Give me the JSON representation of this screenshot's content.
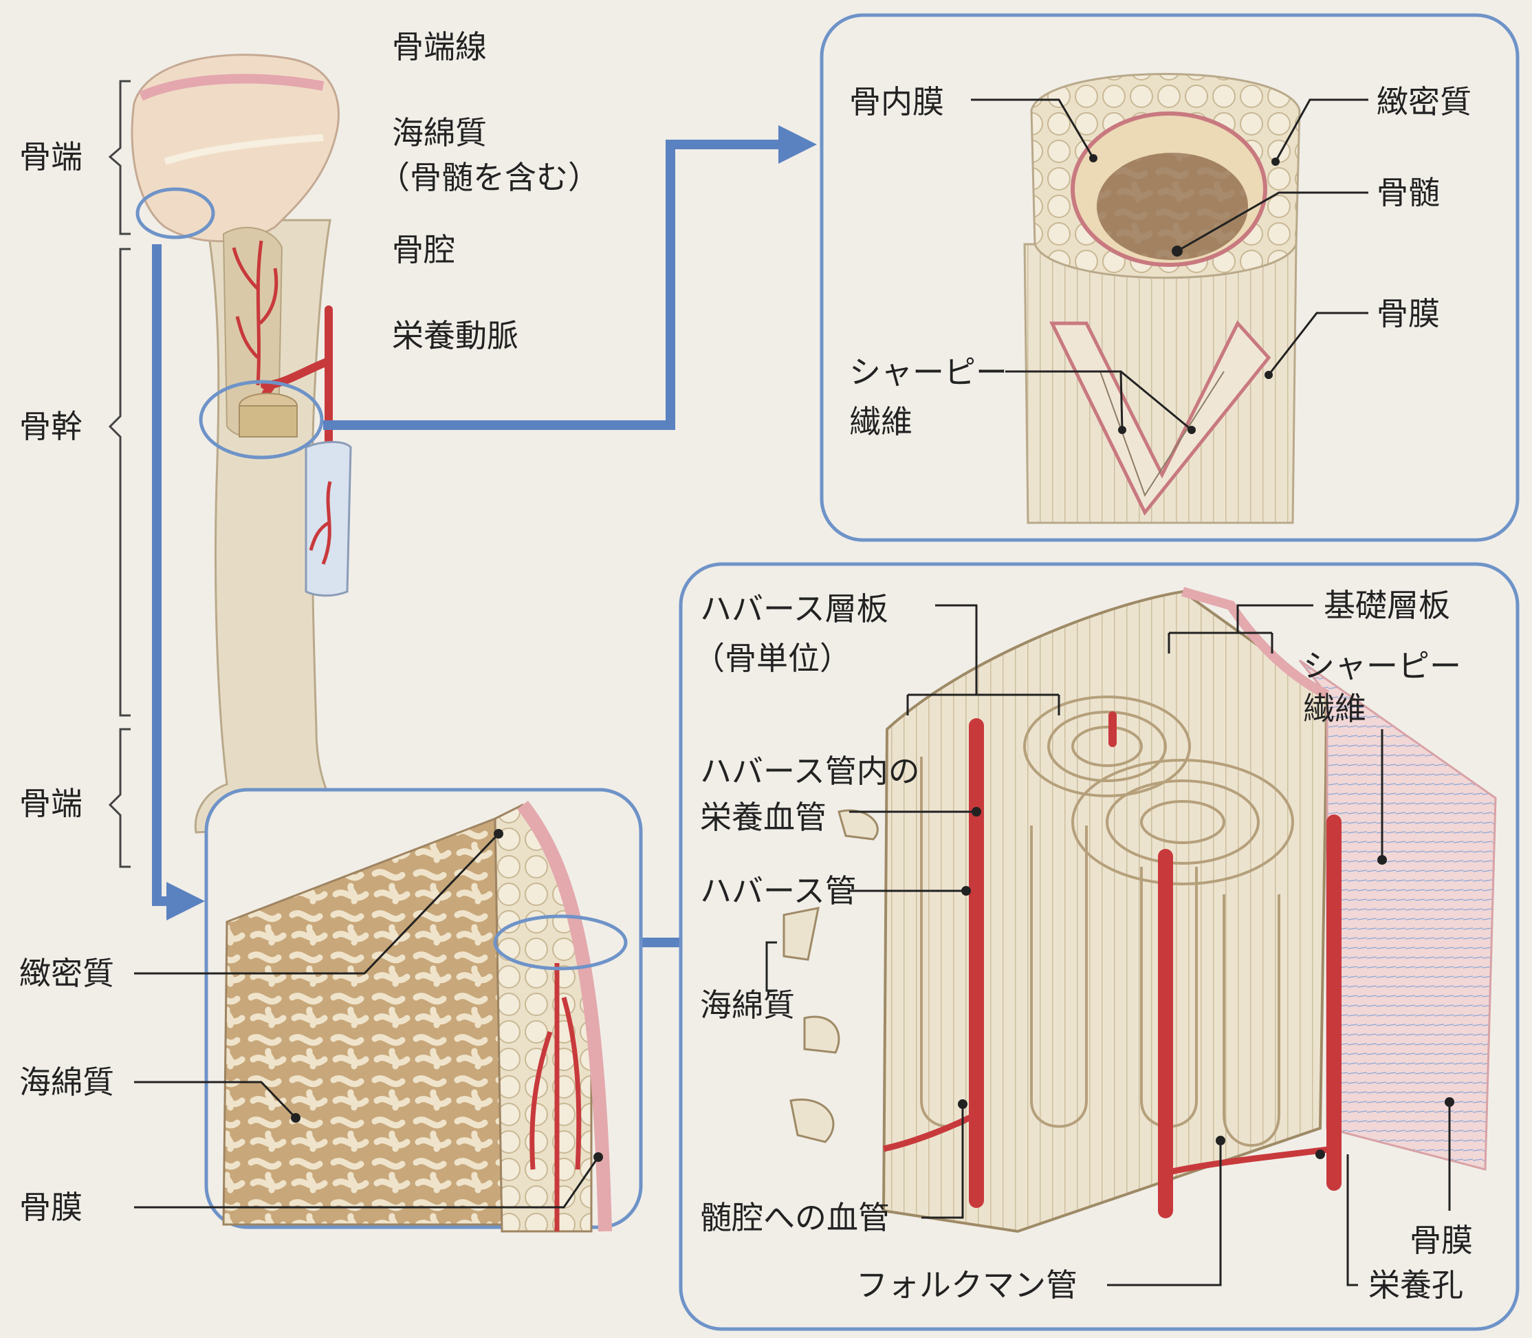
{
  "colors": {
    "background": "#f1eee8",
    "panel_border": "#6e93c8",
    "arrow": "#5b82c0",
    "bone": "#e6dcc6",
    "bone_shade": "#c9b99a",
    "artery": "#c8393c",
    "periosteum": "#e3a9ad",
    "marrow": "#9b7b5c"
  },
  "left": {
    "epiphysis_top": "骨端",
    "diaphysis": "骨幹",
    "epiphysis_bottom": "骨端",
    "epiphyseal_line": "骨端線",
    "spongy_bone": "海綿質",
    "spongy_bone_note": "（骨髄を含む）",
    "medullary_cavity": "骨腔",
    "nutrient_artery": "栄養動脈"
  },
  "top_right": {
    "endosteum": "骨内膜",
    "compact_bone": "緻密質",
    "marrow": "骨髄",
    "periosteum": "骨膜",
    "sharpey_1": "シャーピー",
    "sharpey_2": "繊維"
  },
  "bottom_left": {
    "compact_bone": "緻密質",
    "spongy_bone": "海綿質",
    "periosteum": "骨膜"
  },
  "bottom_right": {
    "haversian_lamella": "ハバース層板",
    "osteon": "（骨単位）",
    "circumferential_lamella": "基礎層板",
    "sharpey_1": "シャーピー",
    "sharpey_2": "繊維",
    "haversian_vessel_1": "ハバース管内の",
    "haversian_vessel_2": "栄養血管",
    "haversian_canal": "ハバース管",
    "spongy_bone": "海綿質",
    "vessel_to_cavity": "髄腔への血管",
    "volkmann_canal": "フォルクマン管",
    "periosteum": "骨膜",
    "nutrient_foramen": "栄養孔"
  }
}
